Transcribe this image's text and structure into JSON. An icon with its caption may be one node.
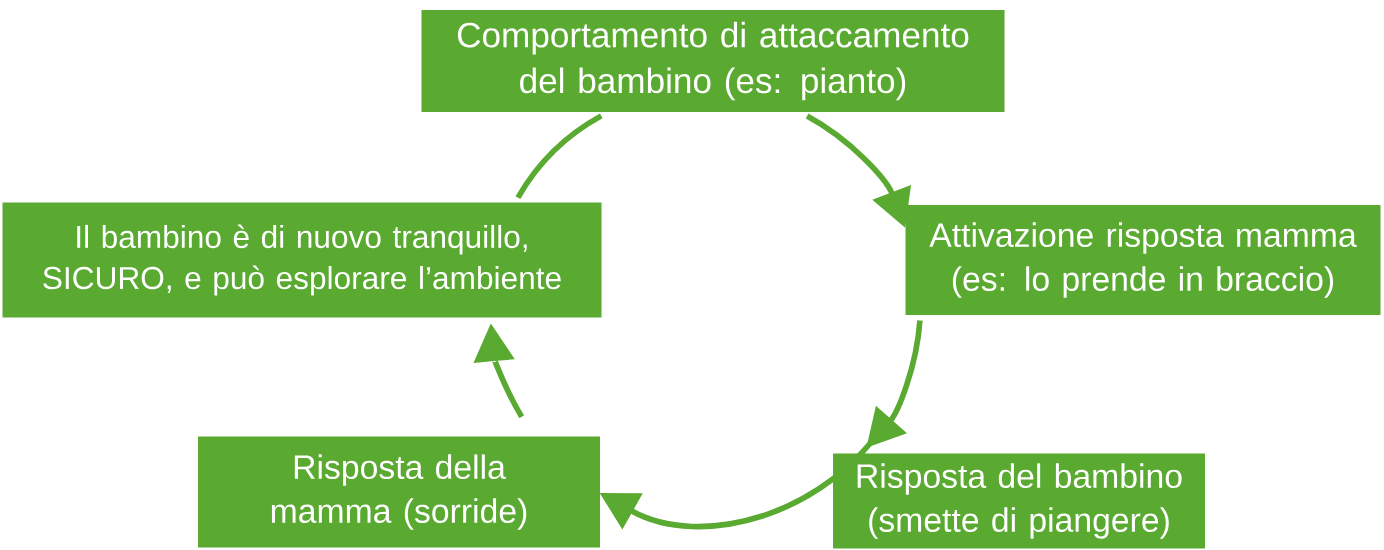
{
  "diagram": {
    "nodes": [
      {
        "text": [
          "Comportamento di attaccamento del bambino (es: pianto)"
        ]
      },
      {
        "text": [
          "Attivazione risposta mamma (es: lo prende in braccio)"
        ]
      },
      {
        "text": [
          "Risposta del bambino (smette di piangere)"
        ]
      },
      {
        "text": [
          "Risposta della mamma (sorride)"
        ]
      },
      {
        "text": [
          "Il bambino è di nuovo tranquillo, SICURO, e può esplorare l’ambiente"
        ]
      }
    ],
    "edges": [
      {
        "from": 0,
        "to": 1,
        "arrow": "to"
      },
      {
        "from": 1,
        "to": 2,
        "arrow": "to"
      },
      {
        "from": 2,
        "to": 3,
        "arrow": "to"
      },
      {
        "from": 3,
        "to": 4,
        "arrow": "to"
      },
      {
        "from": 4,
        "to": 0,
        "arrow": "none"
      }
    ]
  }
}
